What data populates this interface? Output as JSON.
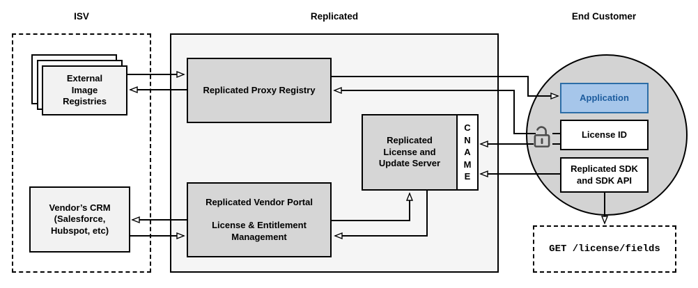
{
  "diagram": {
    "sections": {
      "isv": {
        "label": "ISV"
      },
      "replicated": {
        "label": "Replicated"
      },
      "end_customer": {
        "label": "End Customer"
      }
    },
    "nodes": {
      "external_registries": {
        "label": "External\nImage\nRegistries"
      },
      "proxy_registry": {
        "label": "Replicated Proxy Registry"
      },
      "vendor_crm": {
        "label": "Vendor’s CRM\n(Salesforce,\nHubspot, etc)"
      },
      "vendor_portal": {
        "label": "Replicated Vendor Portal\n\nLicense & Entitlement\nManagement"
      },
      "license_update_server": {
        "label": "Replicated\nLicense and\nUpdate Server"
      },
      "cname": {
        "label": "C\nN\nA\nM\nE"
      },
      "application": {
        "label": "Application"
      },
      "license_id": {
        "label": "License ID"
      },
      "replicated_sdk": {
        "label": "Replicated SDK\nand SDK API"
      },
      "get_license_fields": {
        "label": "GET /license/fields"
      }
    },
    "icons": {
      "unlock_icon": "open-padlock"
    },
    "connections": [
      {
        "from": "external_registries",
        "to": "proxy_registry",
        "direction": "both"
      },
      {
        "from": "proxy_registry",
        "to": "application",
        "direction": "to"
      },
      {
        "from": "license_id",
        "to": "proxy_registry",
        "direction": "to"
      },
      {
        "from": "license_id",
        "to": "cname",
        "direction": "to"
      },
      {
        "from": "replicated_sdk",
        "to": "cname",
        "direction": "to"
      },
      {
        "from": "replicated_sdk",
        "to": "get_license_fields",
        "direction": "to"
      },
      {
        "from": "vendor_crm",
        "to": "vendor_portal",
        "direction": "both"
      },
      {
        "from": "vendor_portal",
        "to": "license_update_server",
        "direction": "both"
      }
    ],
    "colors": {
      "box_gray": "#d6d6d6",
      "container_gray": "#f5f5f5",
      "light_box": "#f2f2f2",
      "circle_gray": "#d3d3d3",
      "app_fill": "#a6c6ea",
      "app_border": "#2c6da6",
      "app_text": "#1c5c9e",
      "line": "#000000"
    }
  }
}
